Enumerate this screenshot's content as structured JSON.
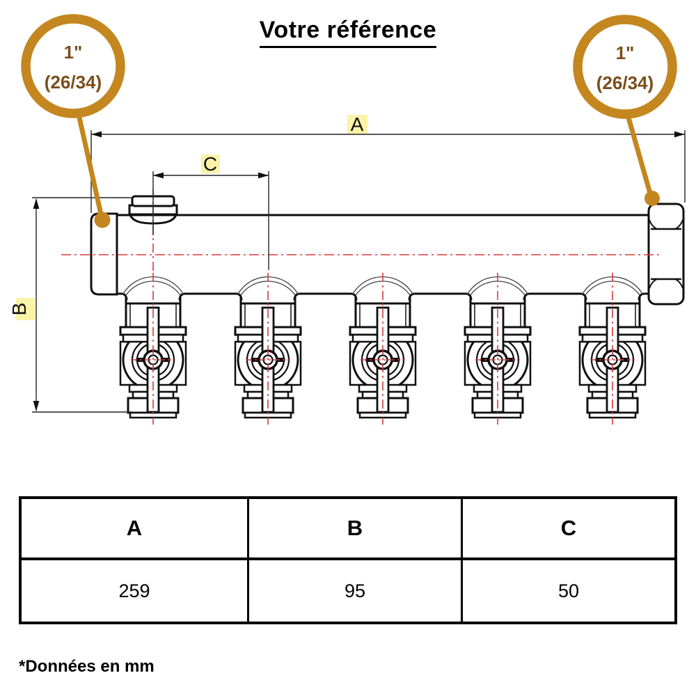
{
  "title": "Votre référence",
  "callout_left": {
    "size": "1\"",
    "thread": "(26/34)"
  },
  "callout_right": {
    "size": "1\"",
    "thread": "(26/34)"
  },
  "diagram": {
    "type": "manifold technical drawing, side view, 5 valve outlets",
    "dimension_labels": {
      "a": "A",
      "b": "B",
      "c": "C"
    },
    "colors": {
      "accent": "#C4861F",
      "accent_text": "#7A4E1B",
      "label_highlight": "#FAF3A8",
      "centerline_red": "#D93A3A",
      "line_black": "#0f0f0f"
    }
  },
  "table": {
    "headers": [
      "A",
      "B",
      "C"
    ],
    "values": [
      "259",
      "95",
      "50"
    ]
  },
  "footnote": "*Données en mm"
}
